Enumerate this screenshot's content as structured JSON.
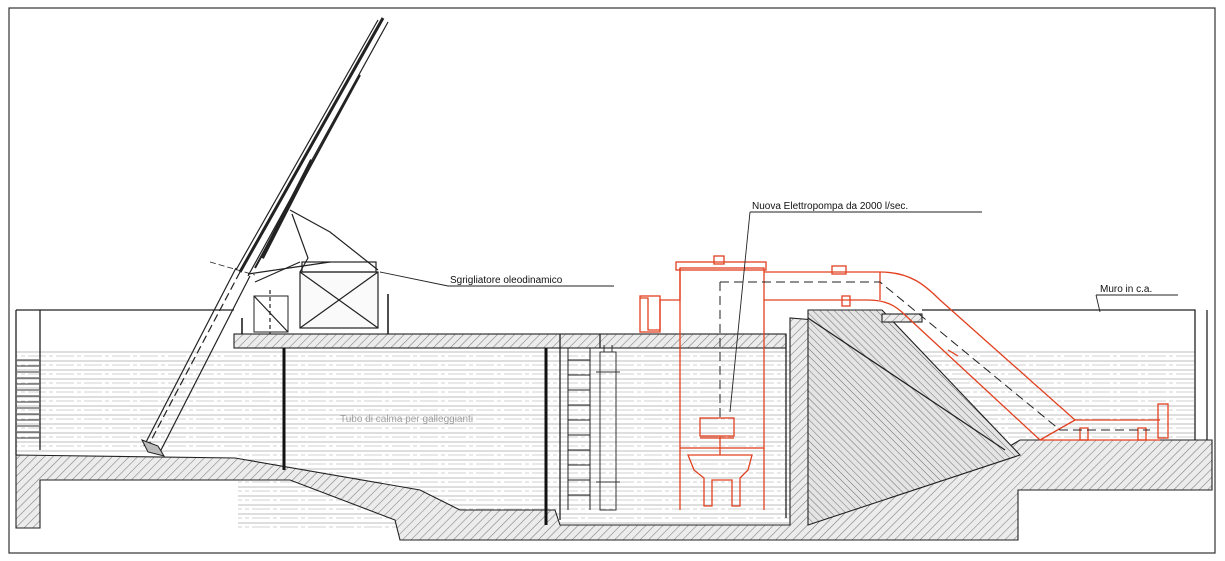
{
  "colors": {
    "line": "#222222",
    "hatch": "#8a8a8a",
    "water_line": "#9a9a9a",
    "pump": "#e2401f",
    "background": "#ffffff"
  },
  "labels": {
    "pump": "Nuova Elettropompa da 2000 l/sec.",
    "rake": "Sgrigliatore oleodinamico",
    "wall": "Muro in c.a.",
    "stilling_tube": "Tubo di calma per galleggianti"
  }
}
